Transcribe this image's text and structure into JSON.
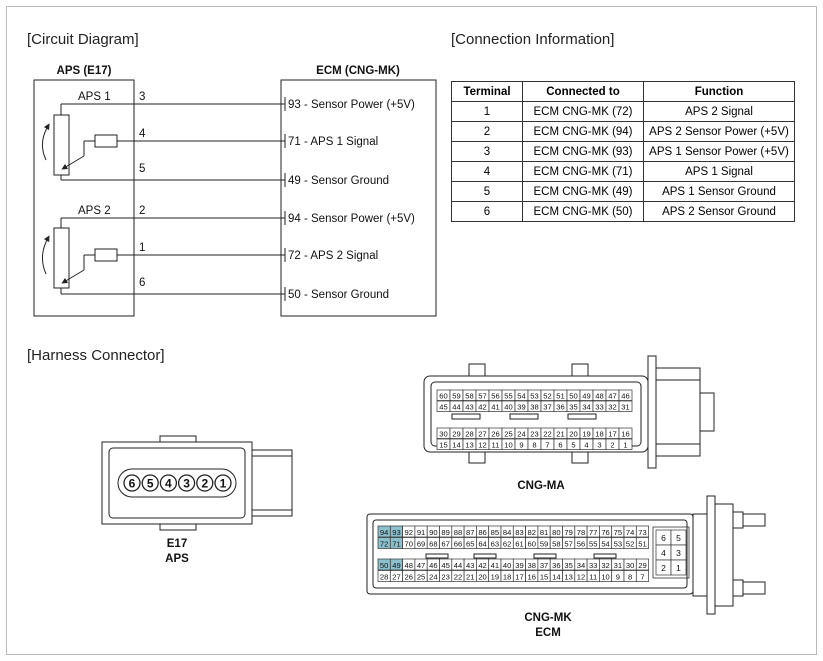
{
  "sections": {
    "circuit_diagram": "[Circuit Diagram]",
    "connection_info": "[Connection Information]",
    "harness_connector": "[Harness Connector]"
  },
  "circuit": {
    "aps_title": "APS (E17)",
    "ecm_title": "ECM (CNG-MK)",
    "aps1_label": "APS 1",
    "aps2_label": "APS 2",
    "pins": [
      "3",
      "4",
      "5",
      "2",
      "1",
      "6"
    ],
    "ecm_lines": [
      {
        "num": "93",
        "text": " - Sensor Power (+5V)"
      },
      {
        "num": "71",
        "text": " - APS 1 Signal"
      },
      {
        "num": "49",
        "text": " - Sensor Ground"
      },
      {
        "num": "94",
        "text": " - Sensor Power (+5V)"
      },
      {
        "num": "72",
        "text": " - APS 2 Signal"
      },
      {
        "num": "50",
        "text": " - Sensor Ground"
      }
    ]
  },
  "connection_table": {
    "headers": [
      "Terminal",
      "Connected to",
      "Function"
    ],
    "rows": [
      [
        "1",
        "ECM CNG-MK (72)",
        "APS 2 Signal"
      ],
      [
        "2",
        "ECM CNG-MK (94)",
        "APS 2 Sensor Power (+5V)"
      ],
      [
        "3",
        "ECM CNG-MK (93)",
        "APS 1 Sensor Power (+5V)"
      ],
      [
        "4",
        "ECM CNG-MK (71)",
        "APS 1 Signal"
      ],
      [
        "5",
        "ECM CNG-MK (49)",
        "APS 1 Sensor Ground"
      ],
      [
        "6",
        "ECM CNG-MK (50)",
        "APS 2 Sensor Ground"
      ]
    ]
  },
  "e17_connector": {
    "pins": [
      "6",
      "5",
      "4",
      "3",
      "2",
      "1"
    ],
    "label_line1": "E17",
    "label_line2": "APS"
  },
  "cng_ma": {
    "label": "CNG-MA",
    "rows": [
      [
        "60",
        "59",
        "58",
        "57",
        "56",
        "55",
        "54",
        "53",
        "52",
        "51",
        "50",
        "49",
        "48",
        "47",
        "46"
      ],
      [
        "45",
        "44",
        "43",
        "42",
        "41",
        "40",
        "39",
        "38",
        "37",
        "36",
        "35",
        "34",
        "33",
        "32",
        "31"
      ],
      [
        "30",
        "29",
        "28",
        "27",
        "26",
        "25",
        "24",
        "23",
        "22",
        "21",
        "20",
        "19",
        "18",
        "17",
        "16"
      ],
      [
        "15",
        "14",
        "13",
        "12",
        "11",
        "10",
        "9",
        "8",
        "7",
        "6",
        "5",
        "4",
        "3",
        "2",
        "1"
      ]
    ]
  },
  "cng_mk": {
    "label_line1": "CNG-MK",
    "label_line2": "ECM",
    "highlight_color": "#8cc0cc",
    "highlighted": [
      "94",
      "93",
      "72",
      "71",
      "50",
      "49"
    ],
    "rows": [
      [
        "94",
        "93",
        "92",
        "91",
        "90",
        "89",
        "88",
        "87",
        "86",
        "85",
        "84",
        "83",
        "82",
        "81",
        "80",
        "79",
        "78",
        "77",
        "76",
        "75",
        "74",
        "73"
      ],
      [
        "72",
        "71",
        "70",
        "69",
        "68",
        "67",
        "66",
        "65",
        "64",
        "63",
        "62",
        "61",
        "60",
        "59",
        "58",
        "57",
        "56",
        "55",
        "54",
        "53",
        "52",
        "51"
      ],
      [
        "50",
        "49",
        "48",
        "47",
        "46",
        "45",
        "44",
        "43",
        "42",
        "41",
        "40",
        "39",
        "38",
        "37",
        "36",
        "35",
        "34",
        "33",
        "32",
        "31",
        "30",
        "29"
      ],
      [
        "28",
        "27",
        "26",
        "25",
        "24",
        "23",
        "22",
        "21",
        "20",
        "19",
        "18",
        "17",
        "16",
        "15",
        "14",
        "13",
        "12",
        "11",
        "10",
        "9",
        "8",
        "7"
      ]
    ],
    "side_block": [
      [
        "6",
        "5"
      ],
      [
        "4",
        "3"
      ],
      [
        "2",
        "1"
      ]
    ]
  }
}
